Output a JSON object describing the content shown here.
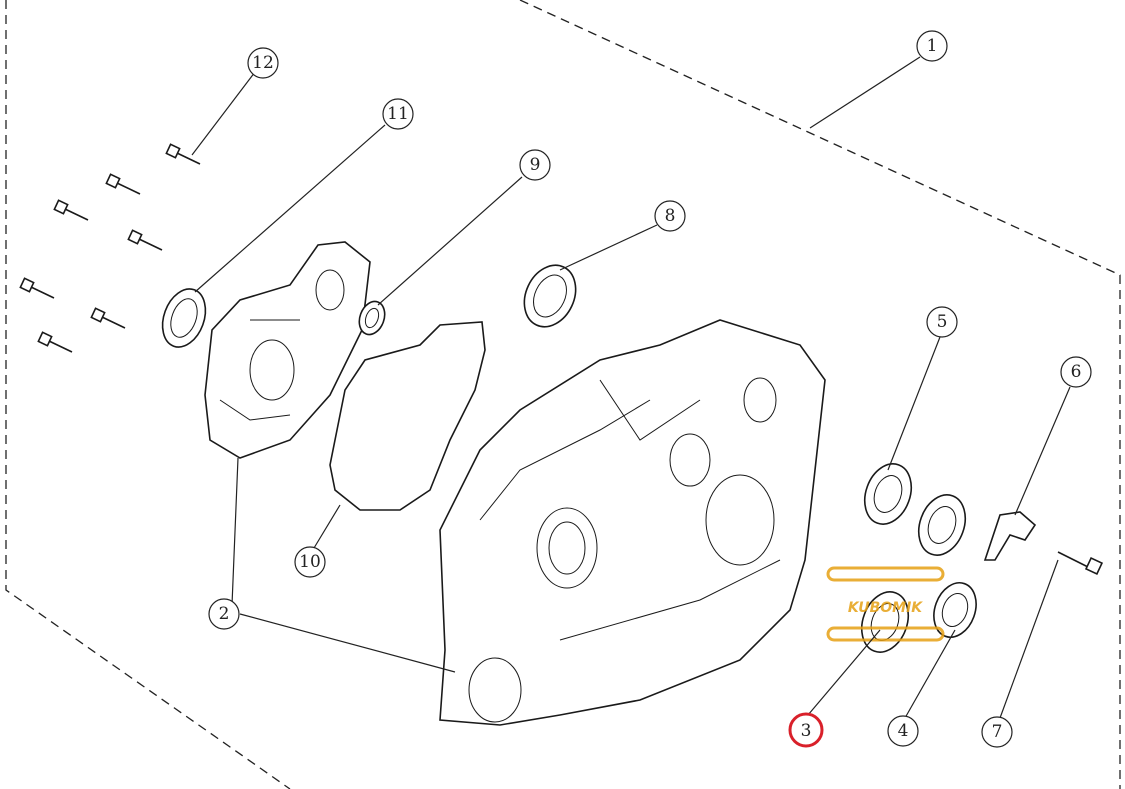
{
  "diagram": {
    "callouts": [
      {
        "num": "1"
      },
      {
        "num": "2"
      },
      {
        "num": "3",
        "highlight": true
      },
      {
        "num": "4"
      },
      {
        "num": "5"
      },
      {
        "num": "6"
      },
      {
        "num": "7"
      },
      {
        "num": "8"
      },
      {
        "num": "9"
      },
      {
        "num": "10"
      },
      {
        "num": "11"
      },
      {
        "num": "12"
      }
    ],
    "highlight_color": "#d9202a",
    "line_color": "#1a1a1a",
    "watermark": {
      "text": "KUBOMIK",
      "color": "#e6a014"
    }
  }
}
